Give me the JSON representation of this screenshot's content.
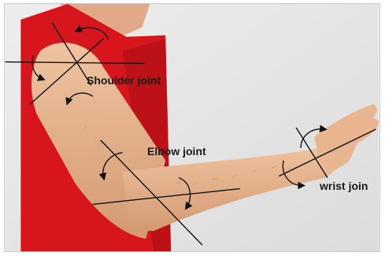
{
  "labels": {
    "shoulder": "Shoulder joint",
    "elbow": "Elbow joint",
    "wrist": "wrist join"
  },
  "colors": {
    "background_wall": "#e6e6e6",
    "shirt": "#d6161c",
    "skin": "#e8b48f",
    "lines": "#111111",
    "text": "#1a1a1a"
  },
  "icons": {
    "rotation_arrow": "curved-arrow-icon",
    "axis_line": "axis-line"
  }
}
